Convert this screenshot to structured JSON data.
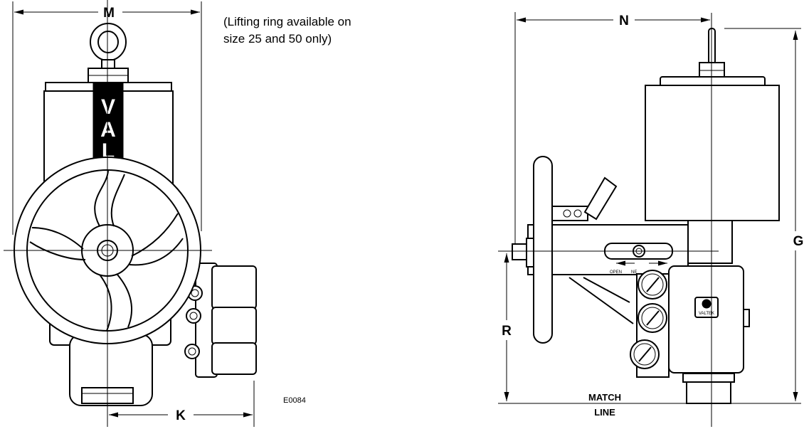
{
  "dimensions": {
    "m": "M",
    "k": "K",
    "n": "N",
    "g": "G",
    "r": "R"
  },
  "note": {
    "line1": "(Lifting ring available on",
    "line2": "size 25 and 50 only)"
  },
  "figure_code": "E0084",
  "match_line": {
    "line1": "MATCH",
    "line2": "LINE"
  },
  "logo_text": "VALTEK",
  "lever_labels": {
    "open": "OPEN",
    "neutral": "NE"
  }
}
